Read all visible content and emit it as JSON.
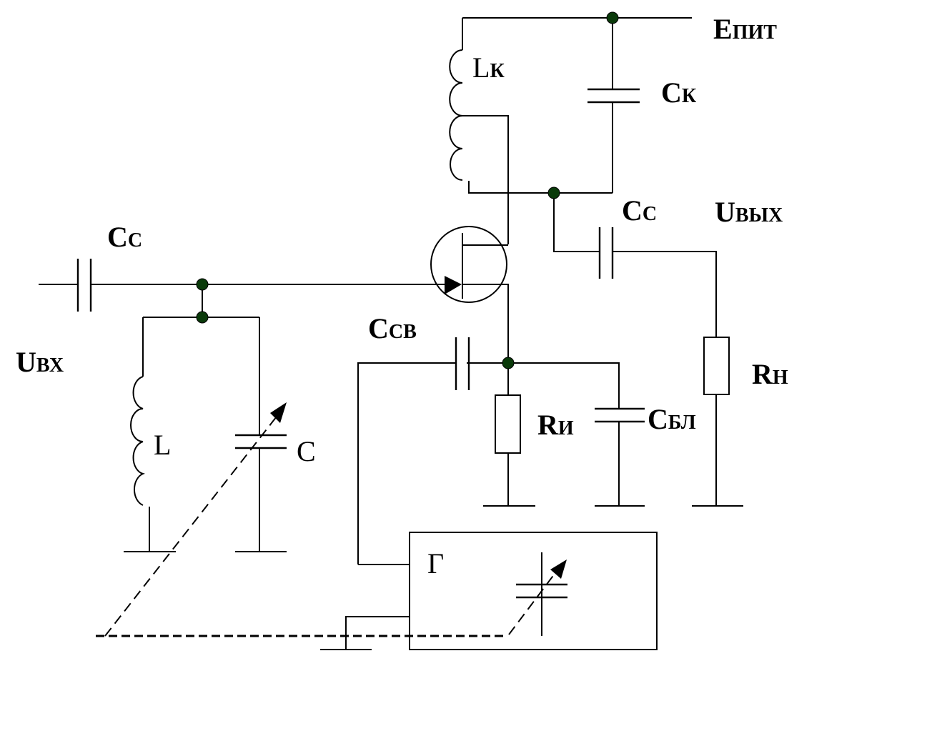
{
  "diagram": {
    "type": "circuit-schematic",
    "description": "FET resonant amplifier (common source) with tunable input LC tank, collector tank, and ganged local oscillator",
    "node_color": "#0a3a0a",
    "wire_color": "#000000",
    "labels": {
      "supply": {
        "main": "E",
        "sub": "ПИТ"
      },
      "collector_inductor": {
        "main": "L",
        "sub": "К"
      },
      "collector_capacitor": {
        "main": "C",
        "sub": "К"
      },
      "output_coupling_cap": {
        "main": "C",
        "sub": "С"
      },
      "output_voltage": {
        "main": "U",
        "sub": "ВЫХ"
      },
      "input_coupling_cap": {
        "main": "C",
        "sub": "С"
      },
      "input_voltage": {
        "main": "U",
        "sub": "ВХ"
      },
      "coupling_cap": {
        "main": "C",
        "sub": "СВ"
      },
      "source_resistor": {
        "main": "R",
        "sub": "И"
      },
      "bypass_cap": {
        "main": "C",
        "sub": "БЛ"
      },
      "load_resistor": {
        "main": "R",
        "sub": "Н"
      },
      "tank_inductor": {
        "main": "L",
        "sub": ""
      },
      "tank_capacitor": {
        "main": "C",
        "sub": ""
      },
      "generator": {
        "main": "Г",
        "sub": ""
      }
    },
    "components": [
      "input_coupling_capacitor",
      "input_tank_inductor",
      "input_tank_variable_capacitor",
      "field_effect_transistor",
      "collector_tank_inductor_tapped",
      "collector_tank_capacitor",
      "output_coupling_capacitor",
      "load_resistor",
      "coupling_capacitor",
      "source_resistor",
      "bypass_capacitor",
      "generator_block",
      "generator_variable_capacitor",
      "ganged_tuning_link"
    ]
  }
}
